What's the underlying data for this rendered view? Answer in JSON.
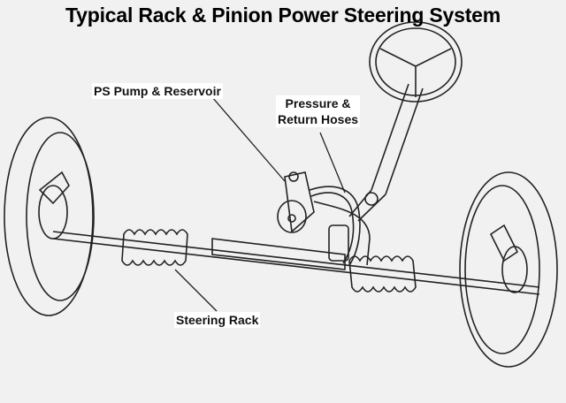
{
  "title": "Typical Rack & Pinion Power Steering System",
  "labels": {
    "pump": "PS Pump & Reservoir",
    "hoses_line1": "Pressure &",
    "hoses_line2": "Return Hoses",
    "rack": "Steering Rack"
  },
  "colors": {
    "ink": "#222222",
    "background": "#f1f1f1"
  }
}
